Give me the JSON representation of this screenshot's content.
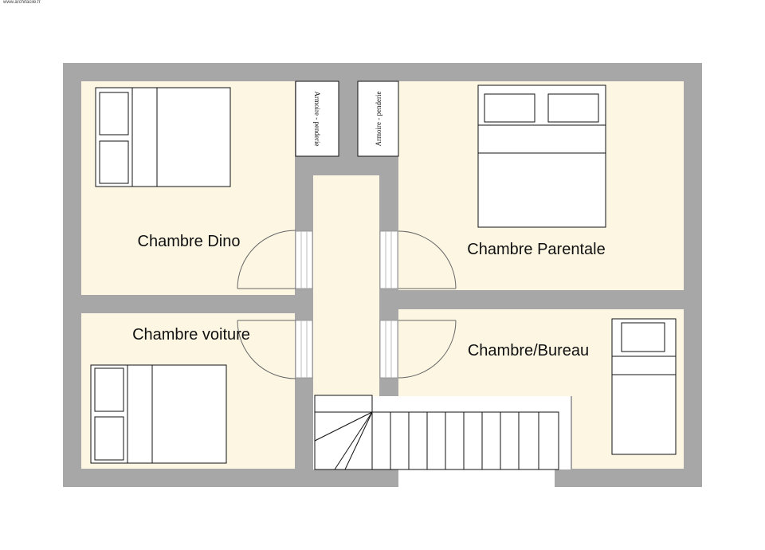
{
  "watermark": "www.archifacile.fr",
  "rooms": [
    {
      "key": "dino",
      "label": "Chambre Dino"
    },
    {
      "key": "parentale",
      "label": "Chambre Parentale"
    },
    {
      "key": "voiture",
      "label": "Chambre voiture"
    },
    {
      "key": "bureau",
      "label": "Chambre/Bureau"
    }
  ],
  "closets": [
    {
      "key": "closet-left",
      "label": "Armoire - penderie"
    },
    {
      "key": "closet-right",
      "label": "Armoire - penderie"
    }
  ],
  "colors": {
    "wall": "#a7a7a7",
    "floor": "#fcf6e3",
    "furniture_fill": "#ffffff",
    "line": "#111111"
  }
}
